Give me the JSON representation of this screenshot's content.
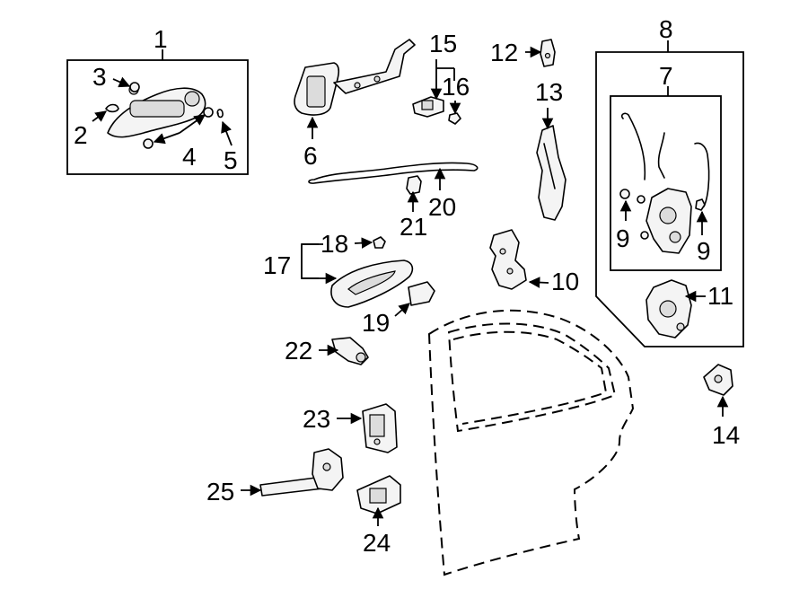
{
  "callouts": {
    "c1": "1",
    "c2": "2",
    "c3": "3",
    "c4": "4",
    "c5": "5",
    "c6": "6",
    "c7": "7",
    "c8": "8",
    "c9a": "9",
    "c9b": "9",
    "c10": "10",
    "c11": "11",
    "c12": "12",
    "c13": "13",
    "c14": "14",
    "c15": "15",
    "c16": "16",
    "c17": "17",
    "c18": "18",
    "c19": "19",
    "c20": "20",
    "c21": "21",
    "c22": "22",
    "c23": "23",
    "c24": "24",
    "c25": "25"
  }
}
